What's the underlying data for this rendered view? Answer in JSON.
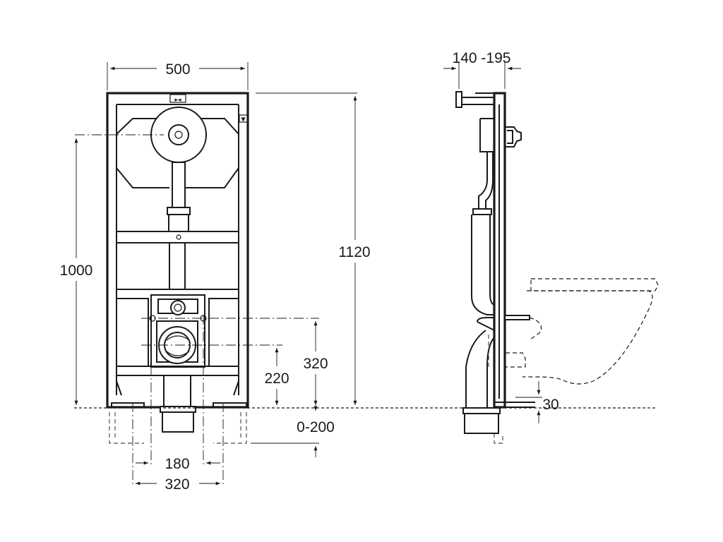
{
  "front_view": {
    "width_label": "500",
    "height_centre_label": "1000",
    "outlet_height_label": "320",
    "supply_height_label": "220",
    "bolt_spacing_inner_label": "180",
    "bolt_spacing_outer_label": "320",
    "marker_center_symbol": "▸◂",
    "marker_down_symbol": "▼"
  },
  "overall": {
    "total_height_label": "1120",
    "leg_adjust_label": "0-200"
  },
  "side_view": {
    "depth_label": "140 -195",
    "floor_gap_label": "30"
  }
}
